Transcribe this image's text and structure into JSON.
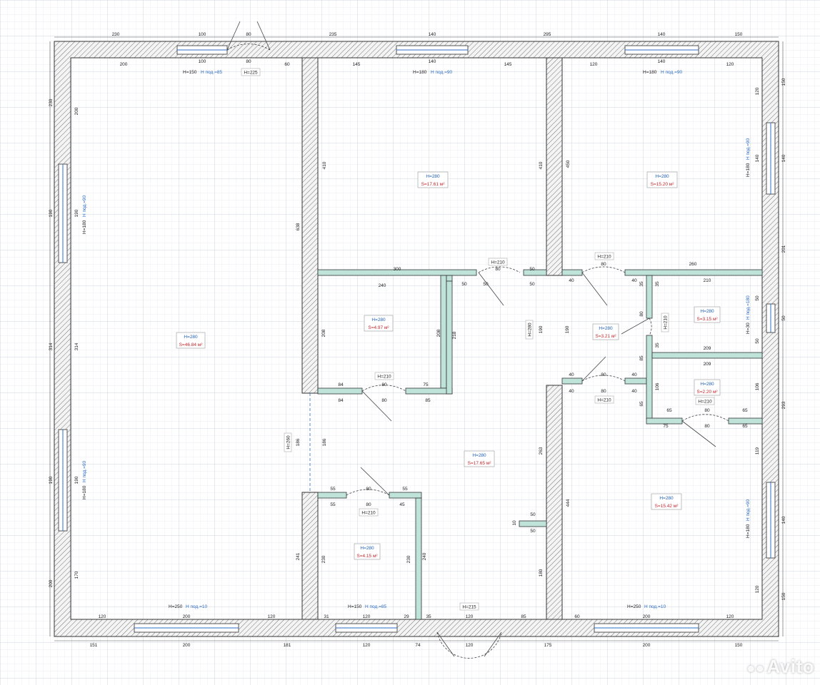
{
  "colors": {
    "background": "#ffffff",
    "grid_minor": "#e6e9f0",
    "grid_major": "#cfd4df",
    "wall_outline": "#333333",
    "wall_hatch": "#555555",
    "partition_fill": "#bfe3d8",
    "height_label": "#1f5fb4",
    "area_label": "#c0282d",
    "window_blue": "#2b6cc4"
  },
  "rooms": [
    {
      "id": "room-large-left",
      "height": "H=280",
      "area": "S=46.84 м²"
    },
    {
      "id": "room-top-middle",
      "height": "H=280",
      "area": "S=17.61 м²"
    },
    {
      "id": "room-top-right",
      "height": "H=280",
      "area": "S=15.20 м²"
    },
    {
      "id": "room-small-middle",
      "height": "H=280",
      "area": "S=4.97 м²"
    },
    {
      "id": "room-corridor",
      "height": "H=280",
      "area": "S=3.21 м²"
    },
    {
      "id": "room-bath-right",
      "height": "H=280",
      "area": "S=3.15 м²"
    },
    {
      "id": "room-wc-right",
      "height": "H=280",
      "area": "S=2.20 м²"
    },
    {
      "id": "room-hall",
      "height": "H=280",
      "area": "S=17.65 м²"
    },
    {
      "id": "room-bottom-right",
      "height": "H=280",
      "area": "S=15.42 м²"
    },
    {
      "id": "room-small-bottom",
      "height": "H=280",
      "area": "S=4.15 м²"
    }
  ],
  "window_labels": [
    {
      "h": "H=150",
      "sill": "H под.=85"
    },
    {
      "h": "H=180",
      "sill": "H под.=90"
    },
    {
      "h": "H=180",
      "sill": "H под.=90"
    },
    {
      "h": "H=180",
      "sill": "H под.=90"
    },
    {
      "h": "H=180",
      "sill": "H под.=90"
    },
    {
      "h": "H=180",
      "sill": "H под.=90"
    },
    {
      "h": "H=30",
      "sill": "H под.=180"
    },
    {
      "h": "H=180",
      "sill": "H под.=90"
    },
    {
      "h": "H=250",
      "sill": "H под.=10"
    },
    {
      "h": "H=150",
      "sill": "H под.=85"
    },
    {
      "h": "H=250",
      "sill": "H под.=10"
    }
  ],
  "door_labels": [
    "H=225",
    "H=210",
    "H=210",
    "H=210",
    "H=210",
    "H=210",
    "H=210",
    "H=210",
    "H=215",
    "H=260",
    "H=280",
    "H=280"
  ],
  "dims": {
    "top_outer": [
      "230",
      "100",
      "80",
      "235",
      "140",
      "295",
      "140",
      "150"
    ],
    "top_inner": [
      "100",
      "80",
      "140",
      "140"
    ],
    "bottom_outer": [
      "151",
      "200",
      "181",
      "120",
      "74",
      "120",
      "175",
      "200",
      "150"
    ],
    "bottom_inner": [
      "120",
      "200",
      "120",
      "31",
      "120",
      "29",
      "35",
      "120",
      "85",
      "60",
      "200",
      "120"
    ],
    "left_outer": [
      "230",
      "190",
      "314",
      "190",
      "200"
    ],
    "right_outer": [
      "150",
      "140",
      "201",
      "50",
      "293",
      "140",
      "150"
    ],
    "interior": [
      "200",
      "60",
      "145",
      "145",
      "120",
      "120",
      "200",
      "410",
      "410",
      "450",
      "120",
      "140",
      "190",
      "314",
      "190",
      "170",
      "638",
      "300",
      "50",
      "80",
      "50",
      "50",
      "50",
      "80",
      "40",
      "40",
      "260",
      "210",
      "240",
      "208",
      "208",
      "218",
      "84",
      "80",
      "75",
      "84",
      "80",
      "85",
      "40",
      "80",
      "40",
      "40",
      "80",
      "40",
      "190",
      "190",
      "35",
      "80",
      "35",
      "35",
      "50",
      "50",
      "85",
      "209",
      "209",
      "106",
      "106",
      "65",
      "65",
      "80",
      "65",
      "75",
      "80",
      "65",
      "186",
      "186",
      "263",
      "241",
      "55",
      "80",
      "55",
      "55",
      "80",
      "45",
      "230",
      "230",
      "240",
      "50",
      "10",
      "50",
      "180",
      "119",
      "444",
      "120",
      "209",
      "210"
    ]
  },
  "brand": {
    "name": "Avito"
  }
}
